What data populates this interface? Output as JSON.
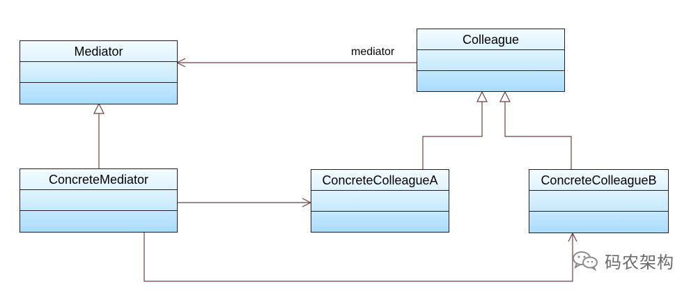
{
  "classes": {
    "mediator": {
      "name": "Mediator"
    },
    "colleague": {
      "name": "Colleague"
    },
    "concrete_mediator": {
      "name": "ConcreteMediator"
    },
    "concrete_colleague_a": {
      "name": "ConcreteColleagueA"
    },
    "concrete_colleague_b": {
      "name": "ConcreteColleagueB"
    }
  },
  "associations": {
    "colleague_to_mediator_role": "mediator"
  },
  "watermark": {
    "text": "码农架构",
    "icon": "wechat-bubbles-icon"
  },
  "colors": {
    "border": "#1f1f1f",
    "connector": "#6b4040",
    "box_top": "#f3fbff",
    "box_bottom": "#a9dcfb"
  }
}
